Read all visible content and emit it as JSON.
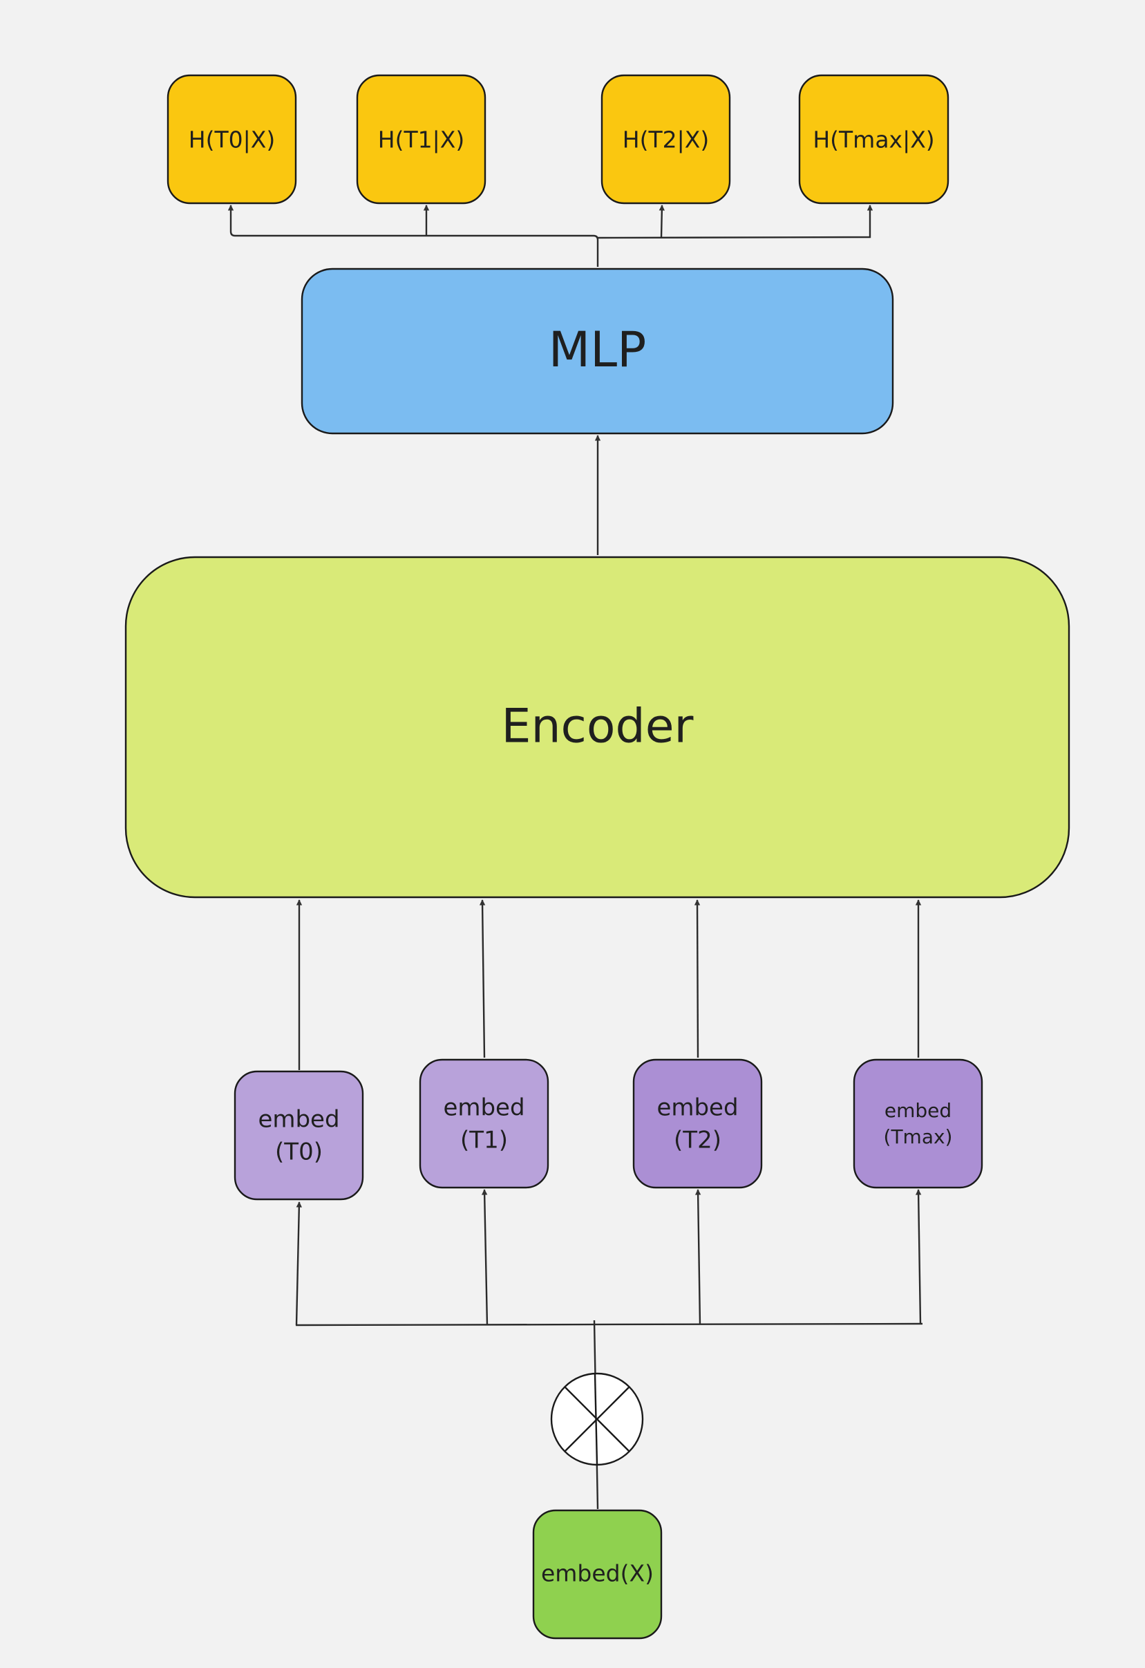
{
  "diagram": {
    "outputs": [
      {
        "id": "h-t0",
        "label": "H(T0|X)"
      },
      {
        "id": "h-t1",
        "label": "H(T1|X)"
      },
      {
        "id": "h-t2",
        "label": "H(T2|X)"
      },
      {
        "id": "h-tmax",
        "label": "H(Tmax|X)"
      }
    ],
    "mlp": {
      "label": "MLP"
    },
    "encoder": {
      "label": "Encoder"
    },
    "embeds": [
      {
        "id": "embed-t0",
        "line1": "embed",
        "line2": "(T0)"
      },
      {
        "id": "embed-t1",
        "line1": "embed",
        "line2": "(T1)"
      },
      {
        "id": "embed-t2",
        "line1": "embed",
        "line2": "(T2)"
      },
      {
        "id": "embed-tmax",
        "line1": "embed",
        "line2": "(Tmax)"
      }
    ],
    "input": {
      "label": "embed(X)"
    },
    "operator": {
      "symbol": "multiply-cross",
      "name": "multiplication operator"
    },
    "colors": {
      "background": "#f2f2f2",
      "output_node": "#fac710",
      "mlp_node": "#7bbcf1",
      "encoder_node": "#d9ea78",
      "embed_light": "#b8a2da",
      "embed_dark": "#ab8fd4",
      "input_node": "#8fd14f",
      "stroke": "#1a1a1a"
    }
  }
}
